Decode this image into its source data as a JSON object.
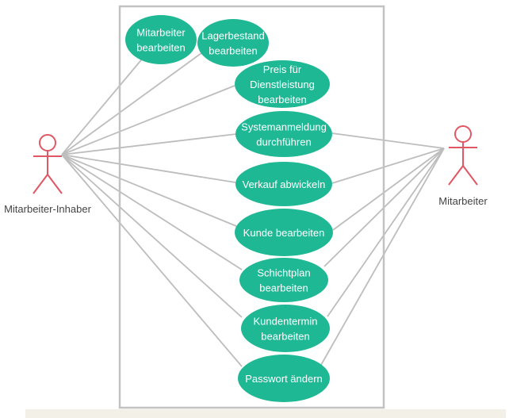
{
  "colors": {
    "usecase_fill": "#1fb894",
    "usecase_text": "#ffffff",
    "actor_stroke": "#e05865",
    "line": "#bdbdbd",
    "boundary": "#c2c2c2",
    "label_text": "#444444"
  },
  "actors": [
    {
      "id": "owner",
      "label": "Mitarbeiter-Inhaber",
      "icon": "stick-figure-icon"
    },
    {
      "id": "employee",
      "label": "Mitarbeiter",
      "icon": "stick-figure-icon"
    }
  ],
  "use_cases": [
    {
      "id": "uc1",
      "lines": [
        "Mitarbeiter",
        "bearbeiten"
      ],
      "actors": [
        "owner"
      ]
    },
    {
      "id": "uc2",
      "lines": [
        "Lagerbestand",
        "bearbeiten"
      ],
      "actors": [
        "owner"
      ]
    },
    {
      "id": "uc3",
      "lines": [
        "Preis für",
        "Dienstleistung",
        "bearbeiten"
      ],
      "actors": [
        "owner"
      ]
    },
    {
      "id": "uc4",
      "lines": [
        "Systemanmeldung",
        "durchführen"
      ],
      "actors": [
        "owner",
        "employee"
      ]
    },
    {
      "id": "uc5",
      "lines": [
        "Verkauf abwickeln"
      ],
      "actors": [
        "owner",
        "employee"
      ]
    },
    {
      "id": "uc6",
      "lines": [
        "Kunde bearbeiten"
      ],
      "actors": [
        "owner",
        "employee"
      ]
    },
    {
      "id": "uc7",
      "lines": [
        "Schichtplan",
        "bearbeiten"
      ],
      "actors": [
        "owner",
        "employee"
      ]
    },
    {
      "id": "uc8",
      "lines": [
        "Kundentermin",
        "bearbeiten"
      ],
      "actors": [
        "owner",
        "employee"
      ]
    },
    {
      "id": "uc9",
      "lines": [
        "Passwort ändern"
      ],
      "actors": [
        "owner",
        "employee"
      ]
    }
  ]
}
